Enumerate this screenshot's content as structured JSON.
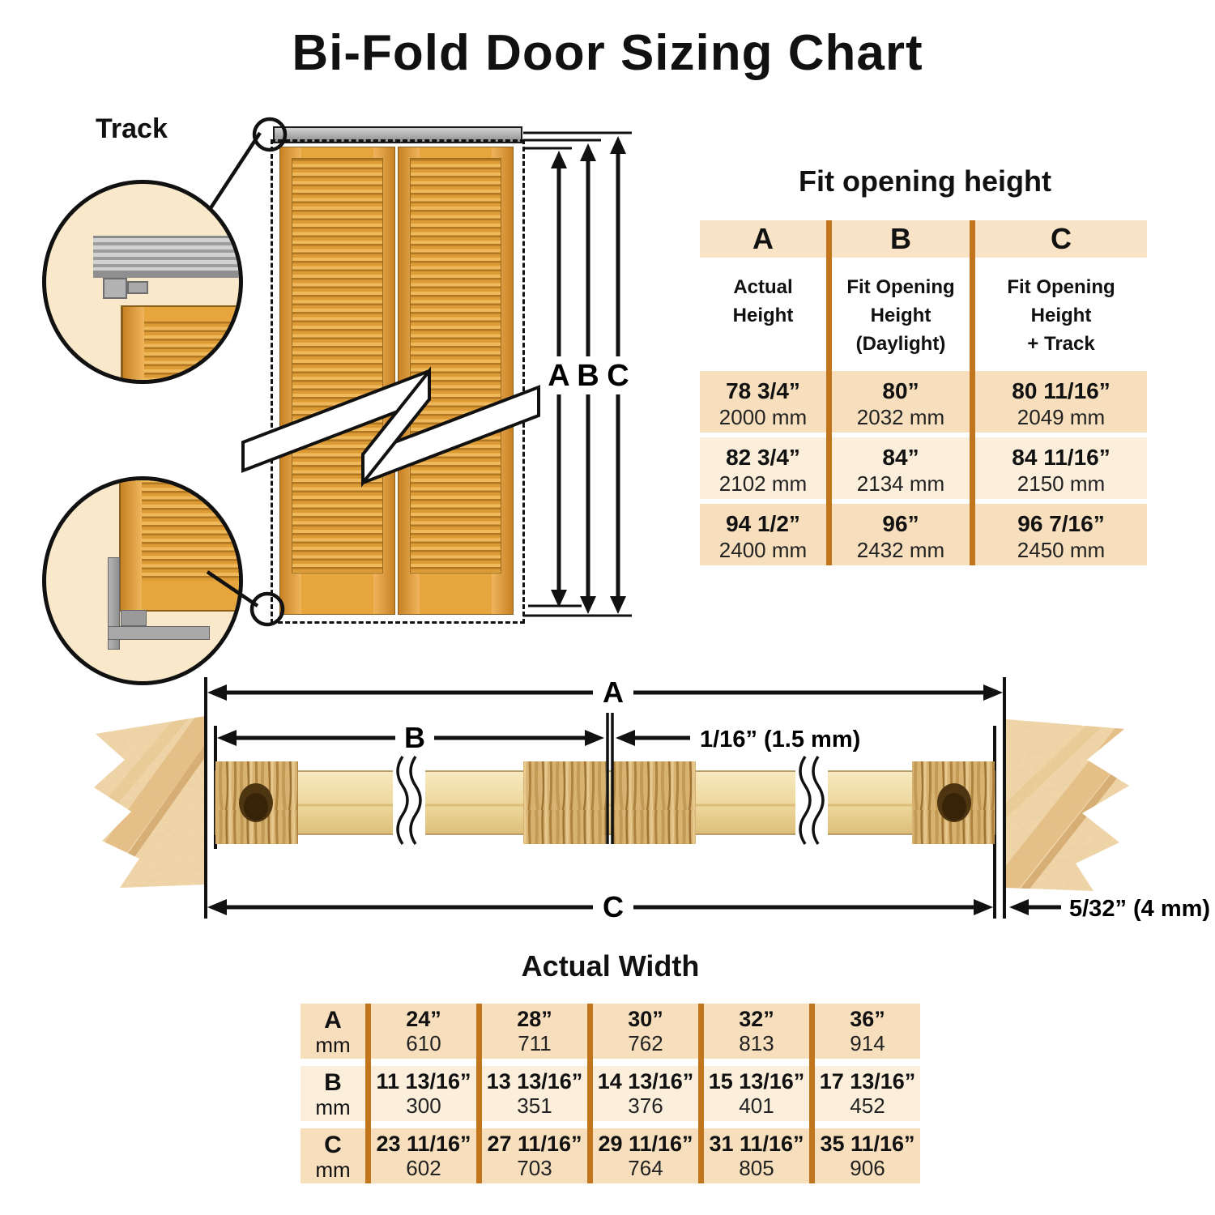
{
  "page": {
    "title": "Bi-Fold Door Sizing Chart"
  },
  "door_figure": {
    "track_label": "Track",
    "arrow_labels": {
      "a": "A",
      "b": "B",
      "c": "C"
    }
  },
  "fit_table": {
    "title": "Fit opening height",
    "columns": [
      {
        "letter": "A",
        "desc_lines": [
          "Actual",
          "Height",
          ""
        ]
      },
      {
        "letter": "B",
        "desc_lines": [
          "Fit Opening",
          "Height",
          "(Daylight)"
        ]
      },
      {
        "letter": "C",
        "desc_lines": [
          "Fit Opening",
          "Height",
          "+ Track"
        ]
      }
    ],
    "rows": [
      {
        "a_in": "78 3/4”",
        "a_mm": "2000 mm",
        "b_in": "80”",
        "b_mm": "2032 mm",
        "c_in": "80 11/16”",
        "c_mm": "2049 mm"
      },
      {
        "a_in": "82 3/4”",
        "a_mm": "2102 mm",
        "b_in": "84”",
        "b_mm": "2134 mm",
        "c_in": "84 11/16”",
        "c_mm": "2150 mm"
      },
      {
        "a_in": "94 1/2”",
        "a_mm": "2400 mm",
        "b_in": "96”",
        "b_mm": "2432 mm",
        "c_in": "96 7/16”",
        "c_mm": "2450 mm"
      }
    ]
  },
  "width_diagram": {
    "arrow_a": "A",
    "arrow_b": "B",
    "arrow_c": "C",
    "center_gap_label": "1/16” (1.5 mm)",
    "side_gap_label": "5/32” (4 mm)"
  },
  "width_table": {
    "title": "Actual Width",
    "row_headers": [
      {
        "letter": "A",
        "unit": "mm"
      },
      {
        "letter": "B",
        "unit": "mm"
      },
      {
        "letter": "C",
        "unit": "mm"
      }
    ],
    "rows": [
      [
        {
          "in": "24”",
          "mm": "610"
        },
        {
          "in": "28”",
          "mm": "711"
        },
        {
          "in": "30”",
          "mm": "762"
        },
        {
          "in": "32”",
          "mm": "813"
        },
        {
          "in": "36”",
          "mm": "914"
        }
      ],
      [
        {
          "in": "11 13/16”",
          "mm": "300"
        },
        {
          "in": "13 13/16”",
          "mm": "351"
        },
        {
          "in": "14 13/16”",
          "mm": "376"
        },
        {
          "in": "15 13/16”",
          "mm": "401"
        },
        {
          "in": "17 13/16”",
          "mm": "452"
        }
      ],
      [
        {
          "in": "23 11/16”",
          "mm": "602"
        },
        {
          "in": "27 11/16”",
          "mm": "703"
        },
        {
          "in": "29 11/16”",
          "mm": "764"
        },
        {
          "in": "31 11/16”",
          "mm": "805"
        },
        {
          "in": "35 11/16”",
          "mm": "906"
        }
      ]
    ]
  },
  "colors": {
    "accent_divider": "#C1761D",
    "row_dark": "#F7DFBD",
    "row_light": "#FBEFDC",
    "header_bg": "#F8E3C6",
    "door_wood": "#E7A53E",
    "track_gray": "#A8A8A8",
    "wall_tan": "#F1D7AB"
  }
}
